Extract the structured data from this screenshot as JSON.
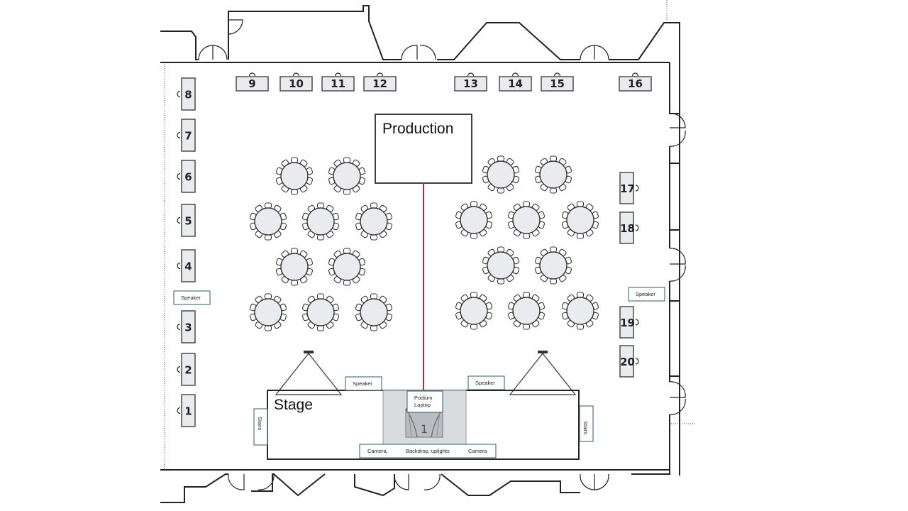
{
  "booths": [
    {
      "num": "1",
      "side": "left"
    },
    {
      "num": "2",
      "side": "left"
    },
    {
      "num": "3",
      "side": "left"
    },
    {
      "num": "4",
      "side": "left"
    },
    {
      "num": "5",
      "side": "left"
    },
    {
      "num": "6",
      "side": "left"
    },
    {
      "num": "7",
      "side": "left"
    },
    {
      "num": "8",
      "side": "left"
    },
    {
      "num": "9",
      "side": "top"
    },
    {
      "num": "10",
      "side": "top"
    },
    {
      "num": "11",
      "side": "top"
    },
    {
      "num": "12",
      "side": "top"
    },
    {
      "num": "13",
      "side": "top"
    },
    {
      "num": "14",
      "side": "top"
    },
    {
      "num": "15",
      "side": "top"
    },
    {
      "num": "16",
      "side": "top"
    },
    {
      "num": "17",
      "side": "right"
    },
    {
      "num": "18",
      "side": "right"
    },
    {
      "num": "19",
      "side": "right"
    },
    {
      "num": "20",
      "side": "right"
    }
  ],
  "labels": {
    "production": "Production",
    "stage": "Stage",
    "speaker": "Speaker",
    "stairs": "Stairs",
    "podium_line1": "Podium",
    "podium_line2": "Laptop",
    "camera_left": "Camera,",
    "backdrop": "Backdrop, uplights",
    "camera_right": "Camera",
    "backdrop_mark": "1"
  },
  "round_tables": {
    "count": 20,
    "chairs_per_table": 10
  },
  "colors": {
    "cable": "#c0262d",
    "label_border": "#2f5b6e",
    "fill": "#e9ebee"
  }
}
